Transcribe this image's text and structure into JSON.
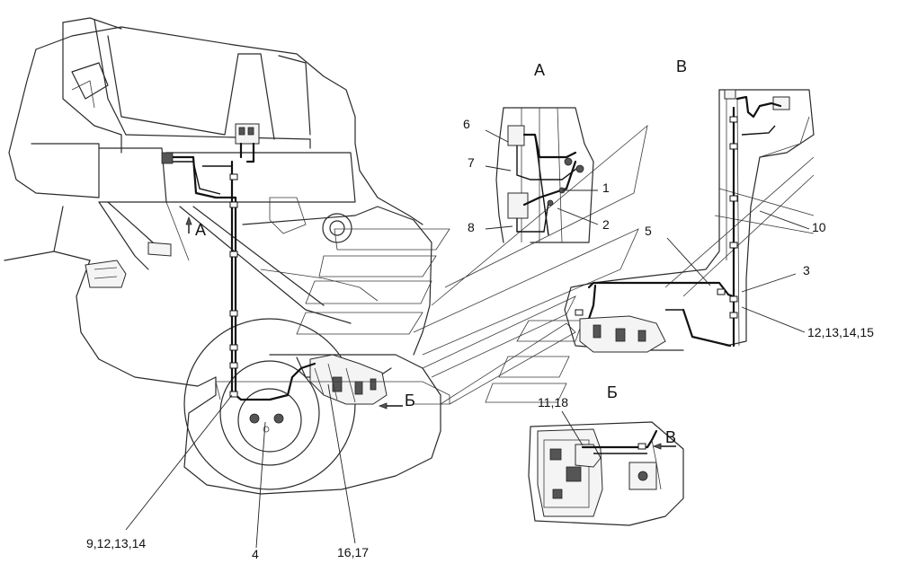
{
  "views": {
    "view_a_title": "А",
    "view_v_title": "В",
    "view_b_title": "Б",
    "arrow_a": "А",
    "arrow_b": "Б",
    "arrow_v": "В"
  },
  "callouts": {
    "c1": "1",
    "c2": "2",
    "c3": "3",
    "c4": "4",
    "c5": "5",
    "c6": "6",
    "c7": "7",
    "c8": "8",
    "c9_12_13_14": "9,12,13,14",
    "c10": "10",
    "c11_18": "11,18",
    "c12_13_14_15": "12,13,14,15",
    "c16_17": "16,17"
  }
}
